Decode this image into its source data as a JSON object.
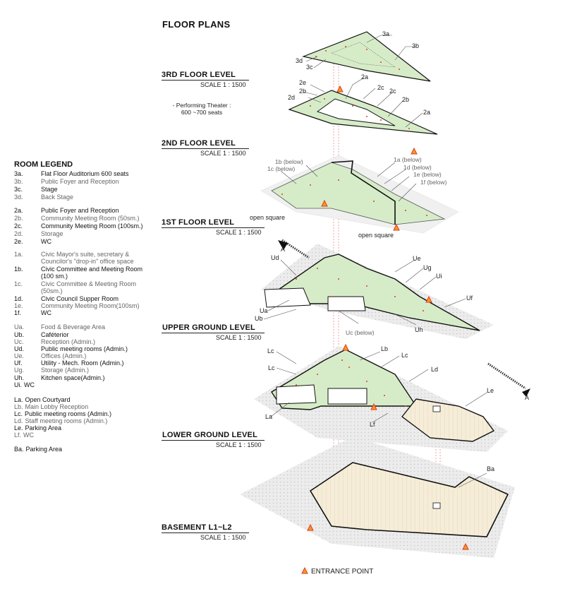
{
  "page_title": "FLOOR PLANS",
  "levels": [
    {
      "name": "3RD FLOOR LEVEL",
      "scale": "SCALE 1 : 1500"
    },
    {
      "name": "2ND FLOOR LEVEL",
      "scale": "SCALE 1 : 1500"
    },
    {
      "name": "1ST FLOOR LEVEL",
      "scale": "SCALE 1 : 1500"
    },
    {
      "name": "UPPER GROUND LEVEL",
      "scale": "SCALE 1 : 1500"
    },
    {
      "name": "LOWER GROUND LEVEL",
      "scale": "SCALE 1 : 1500"
    },
    {
      "name": "BASEMENT L1~L2",
      "scale": "SCALE 1 : 1500"
    }
  ],
  "theater_note": {
    "line1": "- Performing Theater :",
    "line2": "600 ~700 seats"
  },
  "legend": {
    "title": "ROOM LEGEND",
    "items": [
      {
        "code": "3a.",
        "text": "Flat Floor Auditorium 600 seats"
      },
      {
        "code": "3b.",
        "text": "Public Foyer and Reception"
      },
      {
        "code": "3c.",
        "text": "Stage"
      },
      {
        "code": "3d.",
        "text": "Back Stage"
      },
      {
        "code": "2a.",
        "text": "Public Foyer and Reception"
      },
      {
        "code": "2b.",
        "text": "Community Meeting Room (50sm.)"
      },
      {
        "code": "2c.",
        "text": "Community Meeting Room (100sm.)"
      },
      {
        "code": "2d.",
        "text": "Storage"
      },
      {
        "code": "2e.",
        "text": "WC"
      },
      {
        "code": "1a.",
        "text": "Civic Mayor's suite, secretary & Councilor's \"drop-in\" office space"
      },
      {
        "code": "1b.",
        "text": "Civic Committee and Meeting Room (100 sm.)"
      },
      {
        "code": "1c.",
        "text": "Civic Committee & Meeting Room (50sm.)"
      },
      {
        "code": "1d.",
        "text": "Civic Council Supper Room"
      },
      {
        "code": "1e.",
        "text": "Community Meeting Room(100sm)"
      },
      {
        "code": "1f.",
        "text": "WC"
      },
      {
        "code": "Ua.",
        "text": "Food & Beverage Area"
      },
      {
        "code": "Ub.",
        "text": "Caféterior"
      },
      {
        "code": "Uc.",
        "text": "Reception (Admin.)"
      },
      {
        "code": "Ud.",
        "text": "Public meeting rooms (Admin.)"
      },
      {
        "code": "Ue.",
        "text": "Offices (Admin.)"
      },
      {
        "code": "Uf.",
        "text": "Utility - Mech. Room (Admin.)"
      },
      {
        "code": "Ug.",
        "text": "Storage (Admin.)"
      },
      {
        "code": "Uh.",
        "text": "Kitchen space(Admin.)"
      },
      {
        "code": "Ui.",
        "text": "WC"
      },
      {
        "code": "La.",
        "text": "Open Courtyard"
      },
      {
        "code": "Lb.",
        "text": "Main Lobby Reception"
      },
      {
        "code": "Lc.",
        "text": "Public meeting rooms (Admin.)"
      },
      {
        "code": "Ld.",
        "text": "Staff meeting rooms (Admin.)"
      },
      {
        "code": "Le.",
        "text": "Parking Area"
      },
      {
        "code": "Lf.",
        "text": "WC"
      },
      {
        "code": "Ba.",
        "text": "Parking Area"
      }
    ]
  },
  "plan_labels": {
    "f3": [
      "3a",
      "3b",
      "3d",
      "3c"
    ],
    "f2": [
      "2e",
      "2a",
      "2b",
      "2c",
      "2d",
      "2c",
      "2b",
      "2a"
    ],
    "f1": [
      "1b (below)",
      "1c (below)",
      "1a (below)",
      "1d (below)",
      "1e (below)",
      "1f (below)",
      "open square",
      "open square"
    ],
    "ug": [
      "Ud",
      "Ue",
      "Ug",
      "Ui",
      "Uf",
      "Ua",
      "Ub",
      "Uc (below)",
      "Uh"
    ],
    "lg": [
      "Lb",
      "Lc",
      "Lc",
      "Lc",
      "Ld",
      "Le",
      "La",
      "Lf"
    ],
    "b": [
      "Ba"
    ]
  },
  "section_marker": "A",
  "footer": "ENTRANCE POINT",
  "colors": {
    "floor_fill": "#d6ecc8",
    "base_fill": "#f6edd8",
    "site_fill": "#e6e6e6",
    "accent": "#e23b1e",
    "entrance": "#f09a28"
  }
}
